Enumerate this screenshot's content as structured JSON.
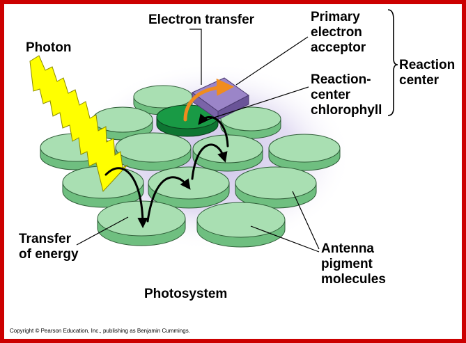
{
  "colors": {
    "border": "#cc0000",
    "disc_top": "#a9dfb2",
    "disc_side": "#6fbf80",
    "reaction_center_disc": "#199a45",
    "glow": "#c9bfe6",
    "acceptor_box": "#9b85c8",
    "photon": "#ffff00",
    "electron_arrow": "#f08c1e"
  },
  "labels": {
    "electron_transfer": "Electron transfer",
    "photon": "Photon",
    "primary_electron_acceptor": "Primary\nelectron\nacceptor",
    "reaction_center_chlorophyll": "Reaction-\ncenter\nchlorophyll",
    "reaction_center": "Reaction\ncenter",
    "transfer_of_energy": "Transfer\nof energy",
    "antenna_pigment_molecules": "Antenna\npigment\nmolecules",
    "photosystem": "Photosystem"
  },
  "copyright": "Copyright © Pearson Education, Inc., publishing as Benjamin Cummings."
}
